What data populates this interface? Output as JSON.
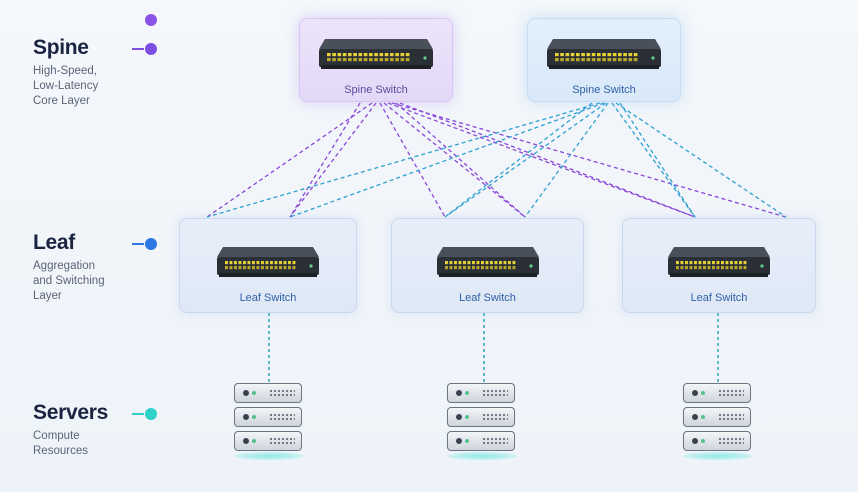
{
  "layers": [
    {
      "title": "Spine",
      "description": "High-Speed,\nLow-Latency\nCore Layer",
      "color": "#7b4fe0"
    },
    {
      "title": "Leaf",
      "description": "Aggregation\nand Switching\nLayer",
      "color": "#2e78e4"
    },
    {
      "title": "Servers",
      "description": "Compute\nResources",
      "color": "#2fd0c8"
    }
  ],
  "spine_switches": [
    {
      "label": "Spine Switch",
      "link_color": "#8a45d8"
    },
    {
      "label": "Spine Switch",
      "link_color": "#2ea0d0"
    }
  ],
  "leaf_switches": [
    {
      "label": "Leaf Switch"
    },
    {
      "label": "Leaf Switch"
    },
    {
      "label": "Leaf Switch"
    }
  ],
  "server_stacks": [
    {
      "units": 3
    },
    {
      "units": 3
    },
    {
      "units": 3
    }
  ],
  "colors": {
    "spine_links": "#8a45d8",
    "spine2_links": "#2ea0d0",
    "leaf_server_links": "#2aa8b0",
    "switch_body": "#2b2f36",
    "switch_ports": "#e8d23a"
  },
  "icons": [
    "network-switch-icon",
    "server-rack-icon"
  ]
}
